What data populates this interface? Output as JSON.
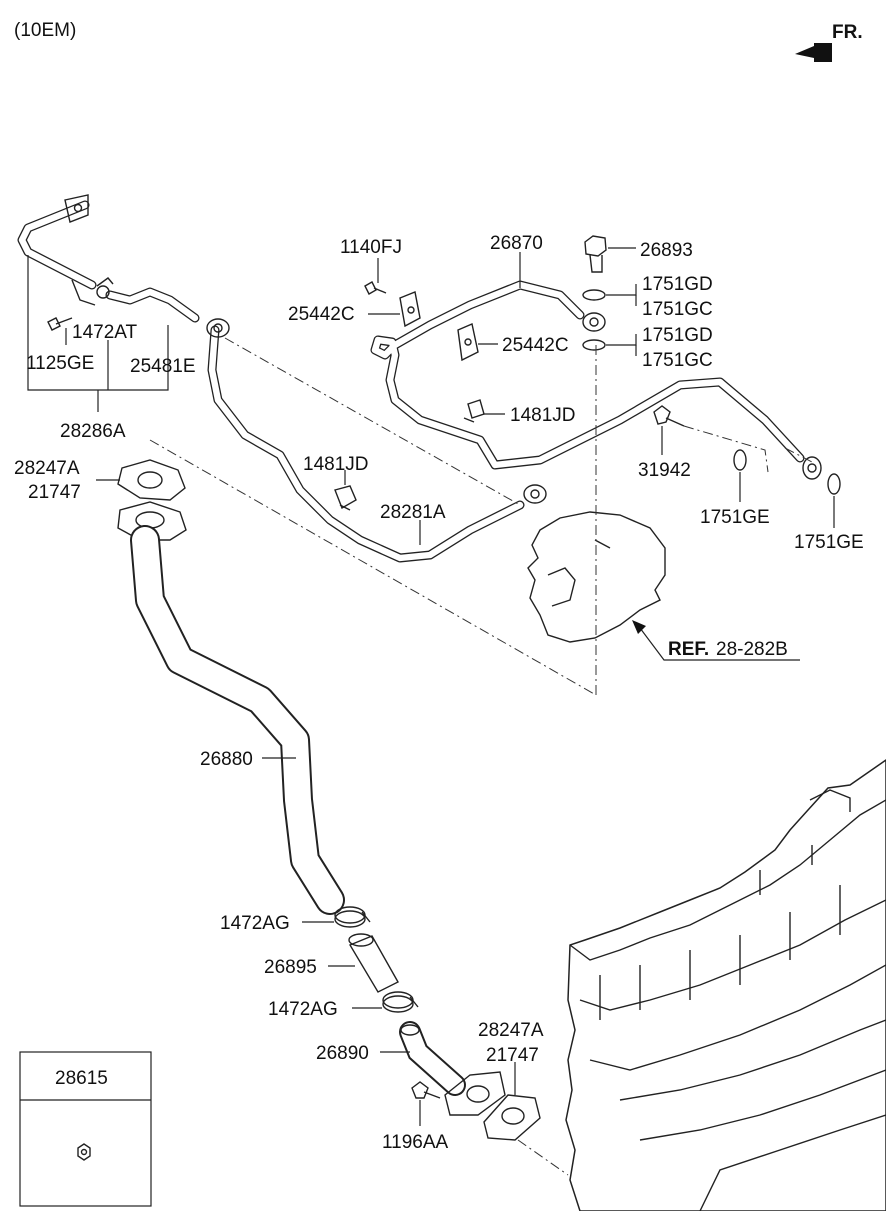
{
  "header": {
    "variant": "(10EM)",
    "direction": "FR."
  },
  "labels": {
    "p28286A": "28286A",
    "p1472AT": "1472AT",
    "p1125GE": "1125GE",
    "p25481E": "25481E",
    "p1140FJ": "1140FJ",
    "p25442C_a": "25442C",
    "p25442C_b": "25442C",
    "p26870": "26870",
    "p26893": "26893",
    "p1751GD_a": "1751GD",
    "p1751GC_a": "1751GC",
    "p1751GD_b": "1751GD",
    "p1751GC_b": "1751GC",
    "p1481JD_a": "1481JD",
    "p1481JD_b": "1481JD",
    "p31942": "31942",
    "p1751GE_a": "1751GE",
    "p1751GE_b": "1751GE",
    "p28247A_a": "28247A",
    "p21747_a": "21747",
    "p28281A": "28281A",
    "ref_prefix": "REF.",
    "ref_code": "28-282B",
    "p26880": "26880",
    "p1472AG_a": "1472AG",
    "p26895": "26895",
    "p1472AG_b": "1472AG",
    "p26890": "26890",
    "p28247A_b": "28247A",
    "p21747_b": "21747",
    "p1196AA": "1196AA",
    "p28615": "28615"
  }
}
